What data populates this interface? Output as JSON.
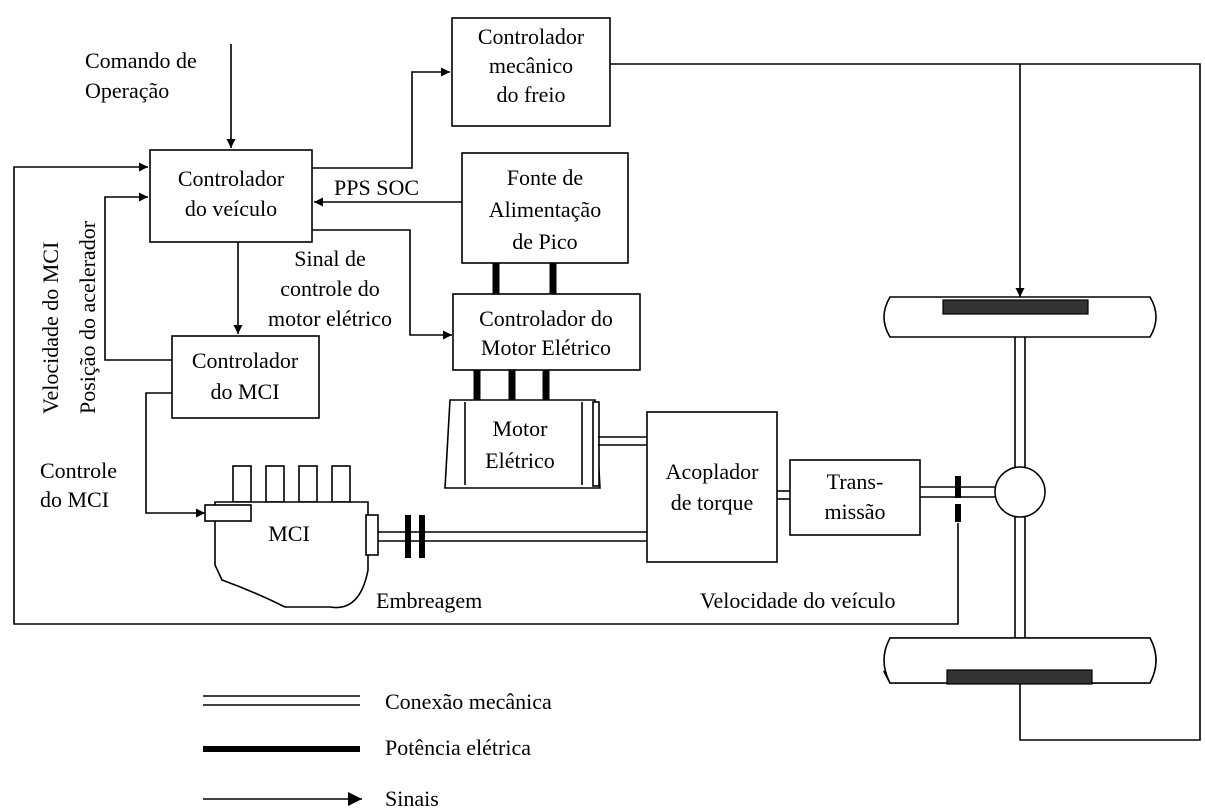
{
  "labels": {
    "operation_command_1": "Comando de",
    "operation_command_2": "Operação",
    "brake_ctrl_1": "Controlador",
    "brake_ctrl_2": "mecânico",
    "brake_ctrl_3": "do freio",
    "vehicle_ctrl_1": "Controlador",
    "vehicle_ctrl_2": "do veículo",
    "pps_soc": "PPS SOC",
    "peak_source_1": "Fonte de",
    "peak_source_2": "Alimentação",
    "peak_source_3": "de Pico",
    "motor_signal_1": "Sinal de",
    "motor_signal_2": "controle do",
    "motor_signal_3": "motor elétrico",
    "motor_ctrl_1": "Controlador do",
    "motor_ctrl_2": "Motor Elétrico",
    "ice_ctrl_1": "Controlador",
    "ice_ctrl_2": "do MCI",
    "ice_speed": "Velocidade do MCI",
    "throttle_pos": "Posição do acelerador",
    "ice_control_1": "Controle",
    "ice_control_2": "do MCI",
    "electric_motor_1": "Motor",
    "electric_motor_2": "Elétrico",
    "torque_coupler_1": "Acoplador",
    "torque_coupler_2": "de torque",
    "transmission_1": "Trans-",
    "transmission_2": "missão",
    "ice": "MCI",
    "clutch": "Embreagem",
    "vehicle_speed": "Velocidade do veículo"
  },
  "legend": {
    "mechanical": "Conexão mecânica",
    "electrical": "Potência elétrica",
    "signals": "Sinais"
  }
}
